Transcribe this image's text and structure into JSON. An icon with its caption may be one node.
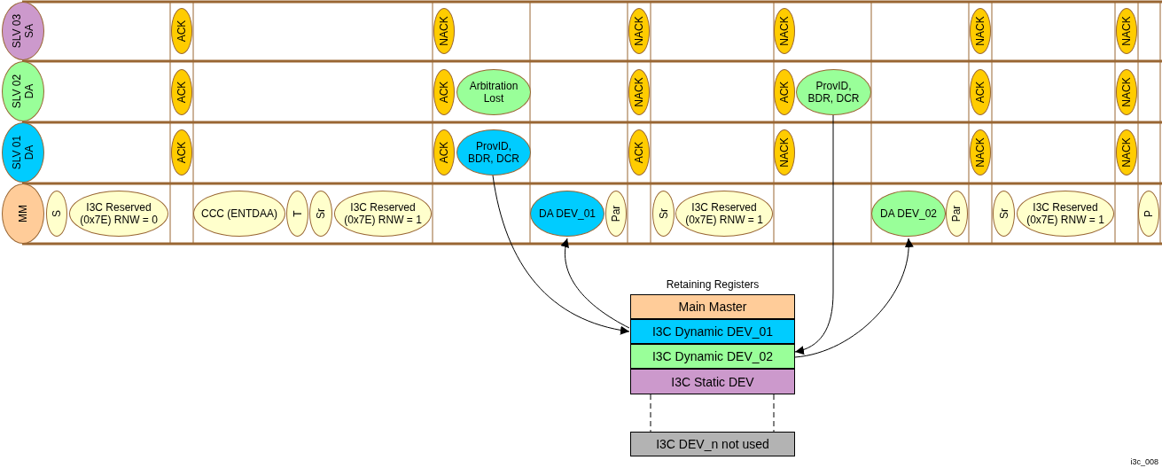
{
  "diagram": {
    "nodes": [
      {
        "text": [
          "SLV 03 SA"
        ]
      },
      {
        "text": [
          "ACK"
        ]
      },
      {
        "text": [
          "NACK"
        ]
      },
      {
        "text": [
          "NACK"
        ]
      },
      {
        "text": [
          "NACK"
        ]
      },
      {
        "text": [
          "NACK"
        ]
      },
      {
        "text": [
          "NACK"
        ]
      },
      {
        "text": [
          "SLV 02 DA"
        ]
      },
      {
        "text": [
          "ACK"
        ]
      },
      {
        "text": [
          "ACK"
        ]
      },
      {
        "text": [
          "Arbitration Lost"
        ]
      },
      {
        "text": [
          "NACK"
        ]
      },
      {
        "text": [
          "ACK"
        ]
      },
      {
        "text": [
          "ProvID, BDR, DCR"
        ]
      },
      {
        "text": [
          "ACK"
        ]
      },
      {
        "text": [
          "NACK"
        ]
      },
      {
        "text": [
          "SLV 01 DA"
        ]
      },
      {
        "text": [
          "ACK"
        ]
      },
      {
        "text": [
          "ACK"
        ]
      },
      {
        "text": [
          "ProvID, BDR, DCR"
        ]
      },
      {
        "text": [
          "ACK"
        ]
      },
      {
        "text": [
          "NACK"
        ]
      },
      {
        "text": [
          "NACK"
        ]
      },
      {
        "text": [
          "NACK"
        ]
      },
      {
        "text": [
          "MM"
        ]
      },
      {
        "text": [
          "S"
        ]
      },
      {
        "text": [
          "I3C Reserved (0x7E) RNW = 0"
        ]
      },
      {
        "text": [
          "CCC (ENTDAA)"
        ]
      },
      {
        "text": [
          "T"
        ]
      },
      {
        "text": [
          "Sr"
        ]
      },
      {
        "text": [
          "I3C Reserved (0x7E) RNW = 1"
        ]
      },
      {
        "text": [
          "DA DEV_01"
        ]
      },
      {
        "text": [
          "Par"
        ]
      },
      {
        "text": [
          "Sr"
        ]
      },
      {
        "text": [
          "I3C Reserved (0x7E) RNW = 1"
        ]
      },
      {
        "text": [
          "DA DEV_02"
        ]
      },
      {
        "text": [
          "Par"
        ]
      },
      {
        "text": [
          "Sr"
        ]
      },
      {
        "text": [
          "I3C Reserved (0x7E) RNW = 1"
        ]
      },
      {
        "text": [
          "P"
        ]
      },
      {
        "text": [
          "Retaining Registers"
        ]
      },
      {
        "text": [
          "Main Master"
        ],
        "in": 40
      },
      {
        "text": [
          "I3C Dynamic DEV_01"
        ],
        "in": 40
      },
      {
        "text": [
          "I3C Dynamic DEV_02"
        ],
        "in": 40
      },
      {
        "text": [
          "I3C Static DEV"
        ],
        "in": 40
      },
      {
        "text": [
          "I3C DEV_n not used"
        ]
      }
    ],
    "edges": [
      {
        "from": 19,
        "to": 42,
        "arrow": "to"
      },
      {
        "from": 42,
        "to": 31,
        "arrow": "to"
      },
      {
        "from": 13,
        "to": 43,
        "arrow": "to"
      },
      {
        "from": 43,
        "to": 35,
        "arrow": "to"
      },
      {
        "from": 44,
        "to": 45,
        "arrow": "none",
        "style": "dashed"
      },
      {
        "from": 44,
        "to": 45,
        "arrow": "none",
        "style": "dashed"
      }
    ],
    "labels": [
      "i3c_008"
    ]
  }
}
